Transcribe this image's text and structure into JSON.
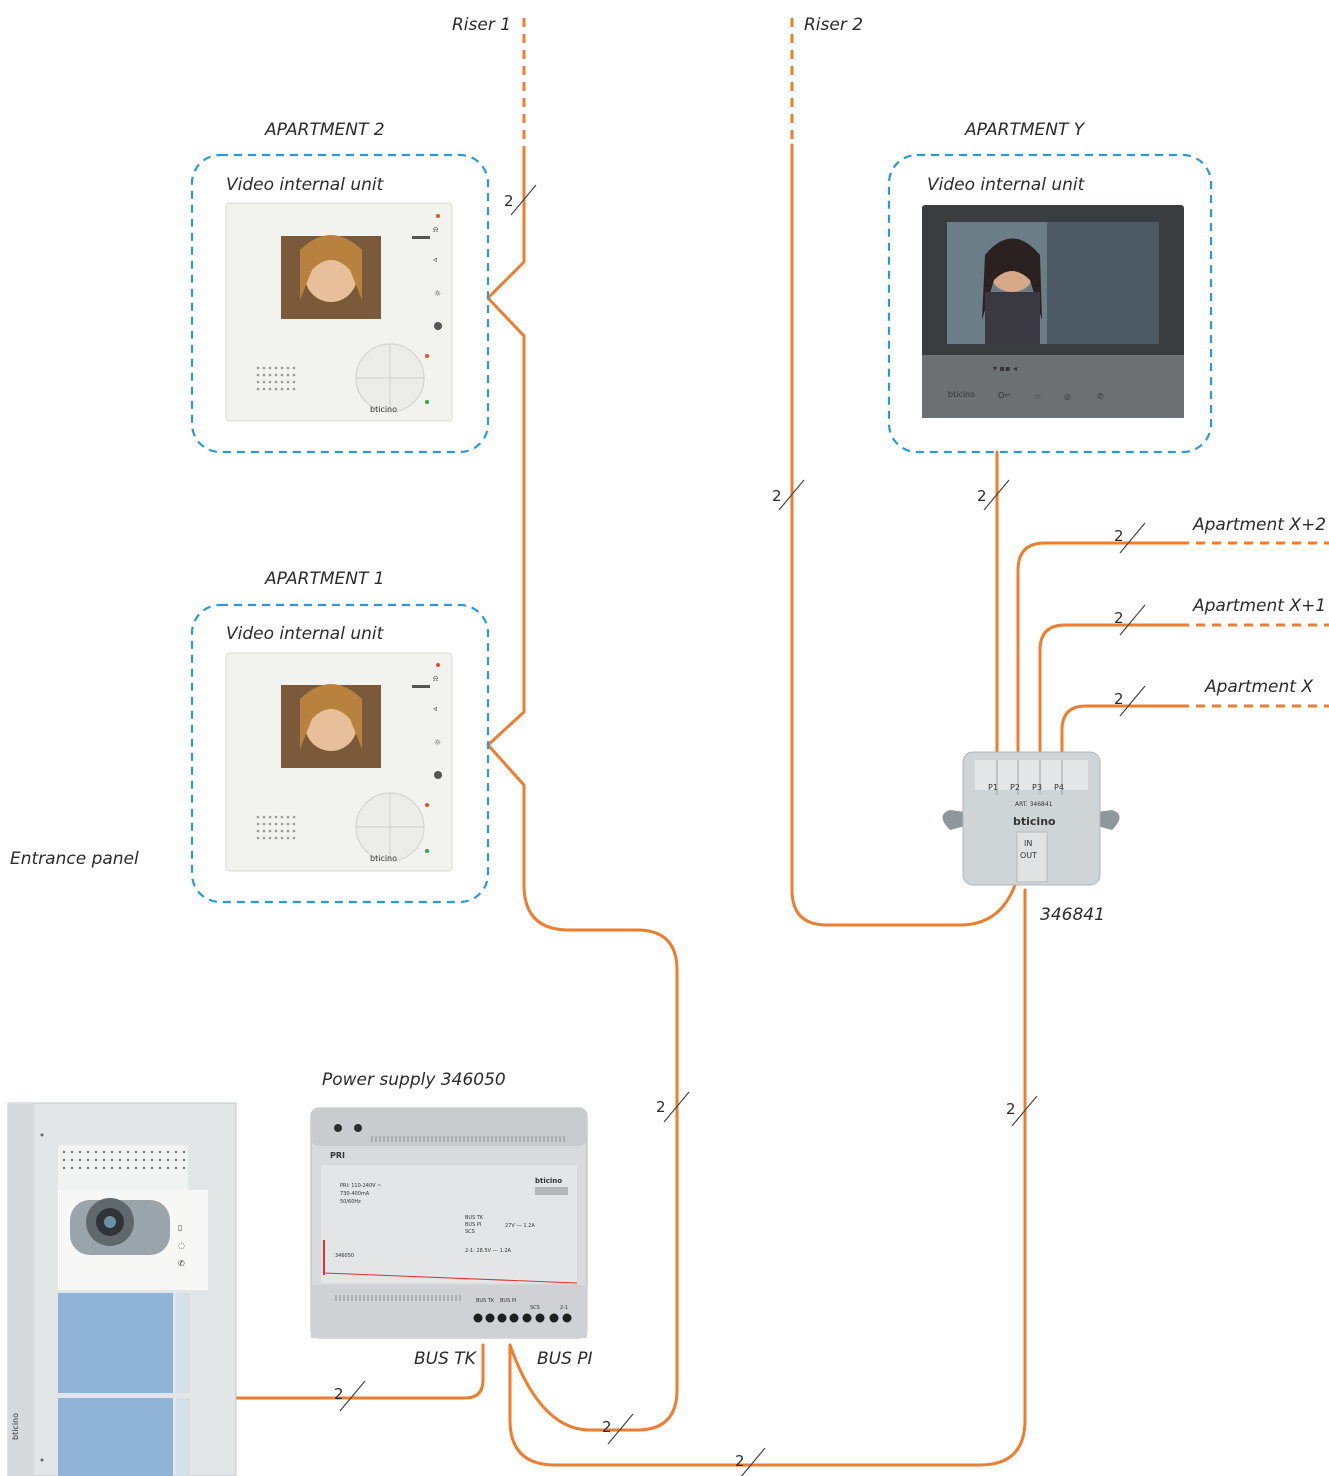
{
  "risers": {
    "riser1_label": "Riser 1",
    "riser2_label": "Riser 2"
  },
  "apartments": [
    {
      "title": "APARTMENT 2",
      "unit_label": "Video internal unit"
    },
    {
      "title": "APARTMENT 1",
      "unit_label": "Video internal unit"
    },
    {
      "title": "APARTMENT Y",
      "unit_label": "Video internal unit"
    }
  ],
  "branches": {
    "x2_label": "Apartment X+2",
    "x1_label": "Apartment X+1",
    "x_label": "Apartment X"
  },
  "distributor": {
    "code_label": "346841",
    "ports": [
      "P1",
      "P2",
      "P3",
      "P4"
    ],
    "art_text": "ART. 346841",
    "brand": "bticino",
    "in_label": "IN",
    "out_label": "OUT"
  },
  "entrance_panel": {
    "label": "Entrance panel",
    "brand": "bticino"
  },
  "power_supply": {
    "label": "Power supply 346050",
    "pri_label": "PRI",
    "brand": "bticino",
    "bus_tk_label": "BUS TK",
    "bus_pi_label": "BUS PI",
    "spec_lines": [
      "PRI: 110-240V ~",
      "730-400mA",
      "50/60Hz"
    ],
    "bus_lines": [
      "BUS TK",
      "BUS PI",
      "SCS"
    ],
    "bus_rating": "27V --- 1.2A",
    "aux_rating": "2-1: 28.5V --- 1.2A",
    "model_code": "346050",
    "terminal_labels": [
      "BUS TK",
      "BUS PI",
      "SCS",
      "2-1"
    ]
  },
  "wire_count": "2",
  "colors": {
    "wire": "#ef7d2e",
    "apartment_border": "#2a9ad6"
  }
}
